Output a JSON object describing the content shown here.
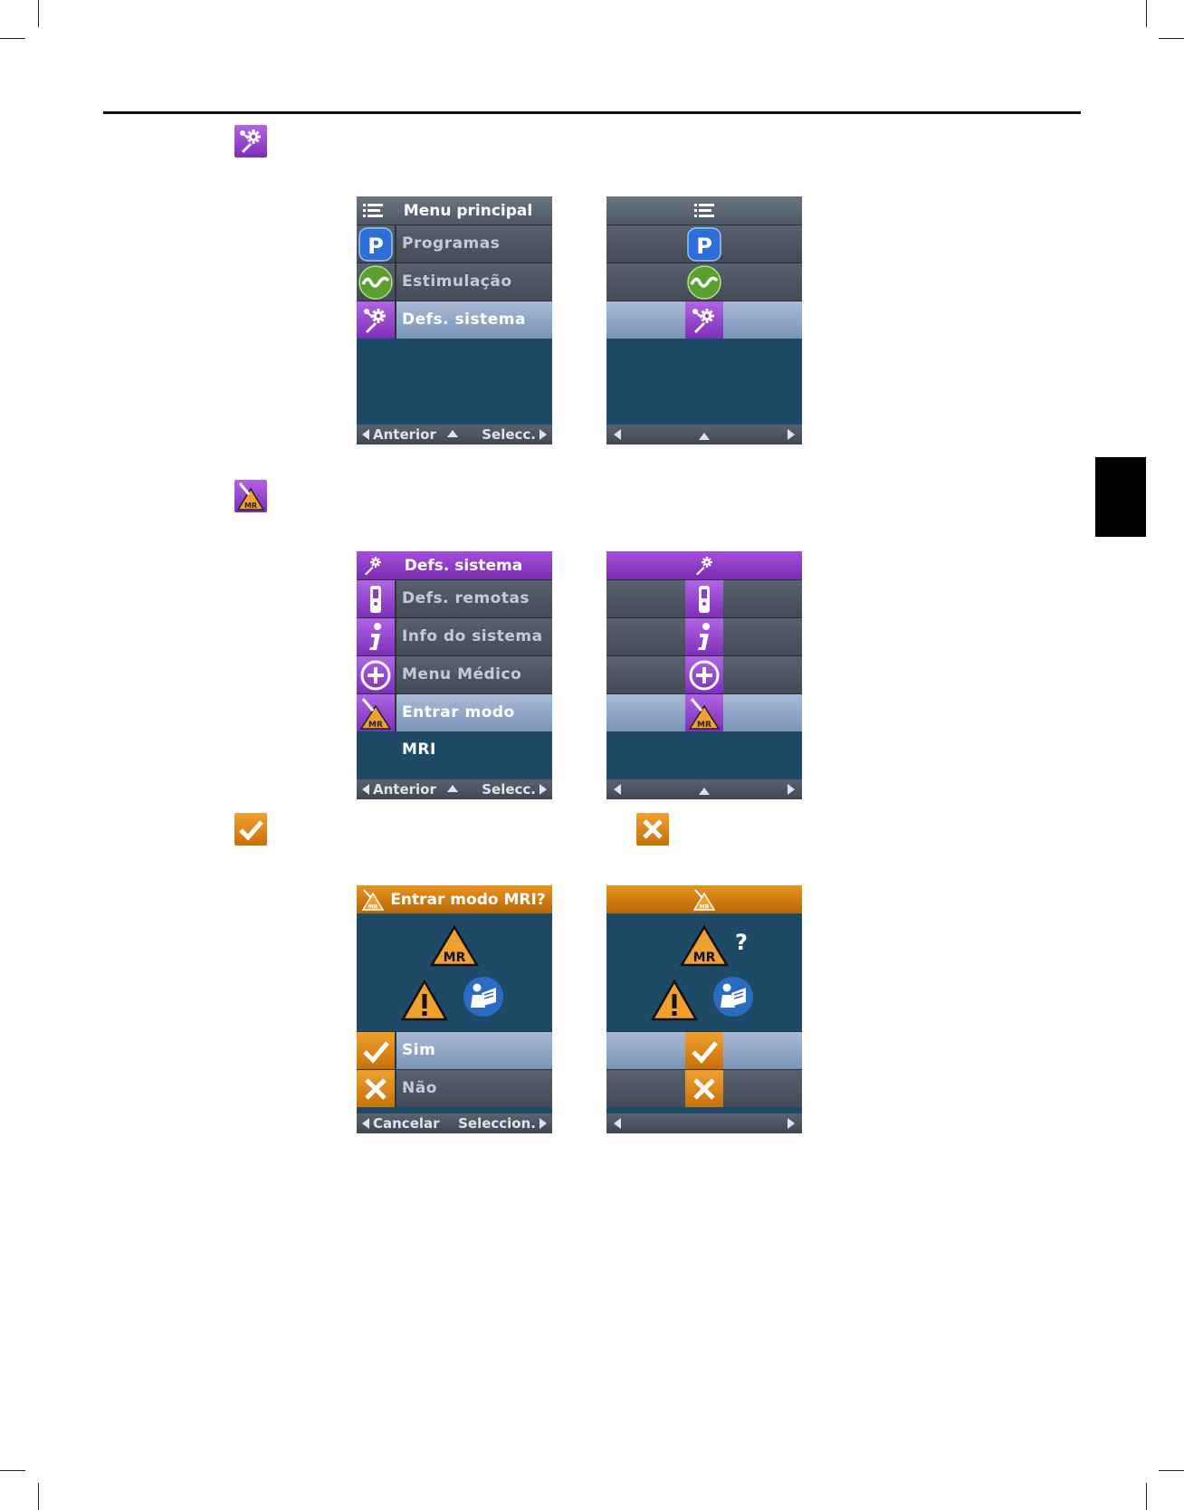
{
  "page": {
    "background": "#ffffff"
  },
  "icons": {
    "settings": "wrench-gear-icon",
    "mri": "mri-warning-icon",
    "yes": "checkmark-icon",
    "no": "close-icon"
  },
  "colors": {
    "screen_bg": "#1e4a68",
    "purple": "#8e3ccc",
    "orange": "#d98212",
    "selected_row": "#8fa6c6",
    "program_blue": "#2d6fd6",
    "stim_green": "#5aa02c"
  },
  "screen1": {
    "title": "Menu principal",
    "items": [
      {
        "label": "Programas",
        "icon": "program-p-icon"
      },
      {
        "label": "Estimulação",
        "icon": "stimulation-wave-icon"
      },
      {
        "label": "Defs. sistema",
        "icon": "wrench-gear-icon",
        "selected": true
      }
    ],
    "footer": {
      "left": "Anterior",
      "right": "Selecc."
    }
  },
  "screen2": {
    "title": "Defs. sistema",
    "items": [
      {
        "label": "Defs. remotas",
        "icon": "remote-icon"
      },
      {
        "label": "Info do sistema",
        "icon": "info-icon"
      },
      {
        "label": "Menu Médico",
        "icon": "plus-circle-icon"
      },
      {
        "label": "Entrar modo MRI",
        "icon": "mri-warning-icon",
        "selected": true
      }
    ],
    "footer": {
      "left": "Anterior",
      "right": "Selecc."
    }
  },
  "screen3": {
    "title": "Entrar modo MRI?",
    "mr_label": "MR",
    "question_mark": "?",
    "items": [
      {
        "label": "Sim",
        "icon": "checkmark-icon",
        "selected": true
      },
      {
        "label": "Não",
        "icon": "close-icon"
      }
    ],
    "footer": {
      "left": "Cancelar",
      "right": "Seleccion."
    }
  }
}
